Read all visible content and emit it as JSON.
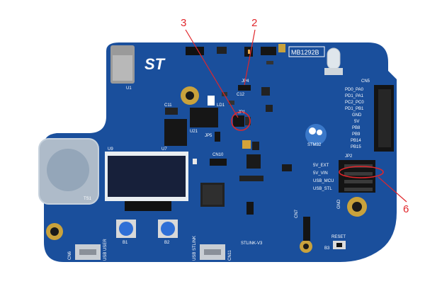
{
  "colors": {
    "pcb": "#1a4f9c",
    "pcb_dark": "#123f82",
    "silkscreen": "#ffffff",
    "annotation": "#e0262b",
    "header_black": "#141414",
    "gold": "#c9a23c"
  },
  "callouts": [
    {
      "label": "3"
    },
    {
      "label": "2"
    },
    {
      "label": "6"
    }
  ],
  "board": {
    "model": "MB1292B",
    "brand_logo": "ST",
    "mcu_logo": "STM32",
    "designators": {
      "u1": "U1",
      "cn5": "CN5",
      "jp4": "JP4",
      "jp1": "JP1",
      "jp5": "JP5",
      "jp2": "JP2",
      "cn10": "CN10",
      "cn7": "CN7",
      "u9": "U9",
      "ts1": "TS1",
      "b1": "B1",
      "b2": "B2",
      "b3": "B3",
      "cn6": "CN6",
      "cn11": "CN11",
      "c12": "C12",
      "c11": "C11",
      "u21": "U21",
      "ld1": "LD1",
      "u7": "U7"
    },
    "pin_labels_cn5": [
      "PD0_PA0",
      "PD1_PA1",
      "PC2_PC0",
      "PD1_PB1",
      "GND",
      "5V",
      "PB8",
      "PB9",
      "PB14",
      "PB15"
    ],
    "jp2_labels": [
      "5V_EXT",
      "5V_VIN",
      "USB_MCU",
      "USB_STL"
    ],
    "misc_labels": {
      "gnd": "GND",
      "reset": "RESET",
      "usb_user": "USB USER",
      "usb_stlink": "USB STLINK",
      "stlink_v3": "STLINK-V3"
    }
  }
}
